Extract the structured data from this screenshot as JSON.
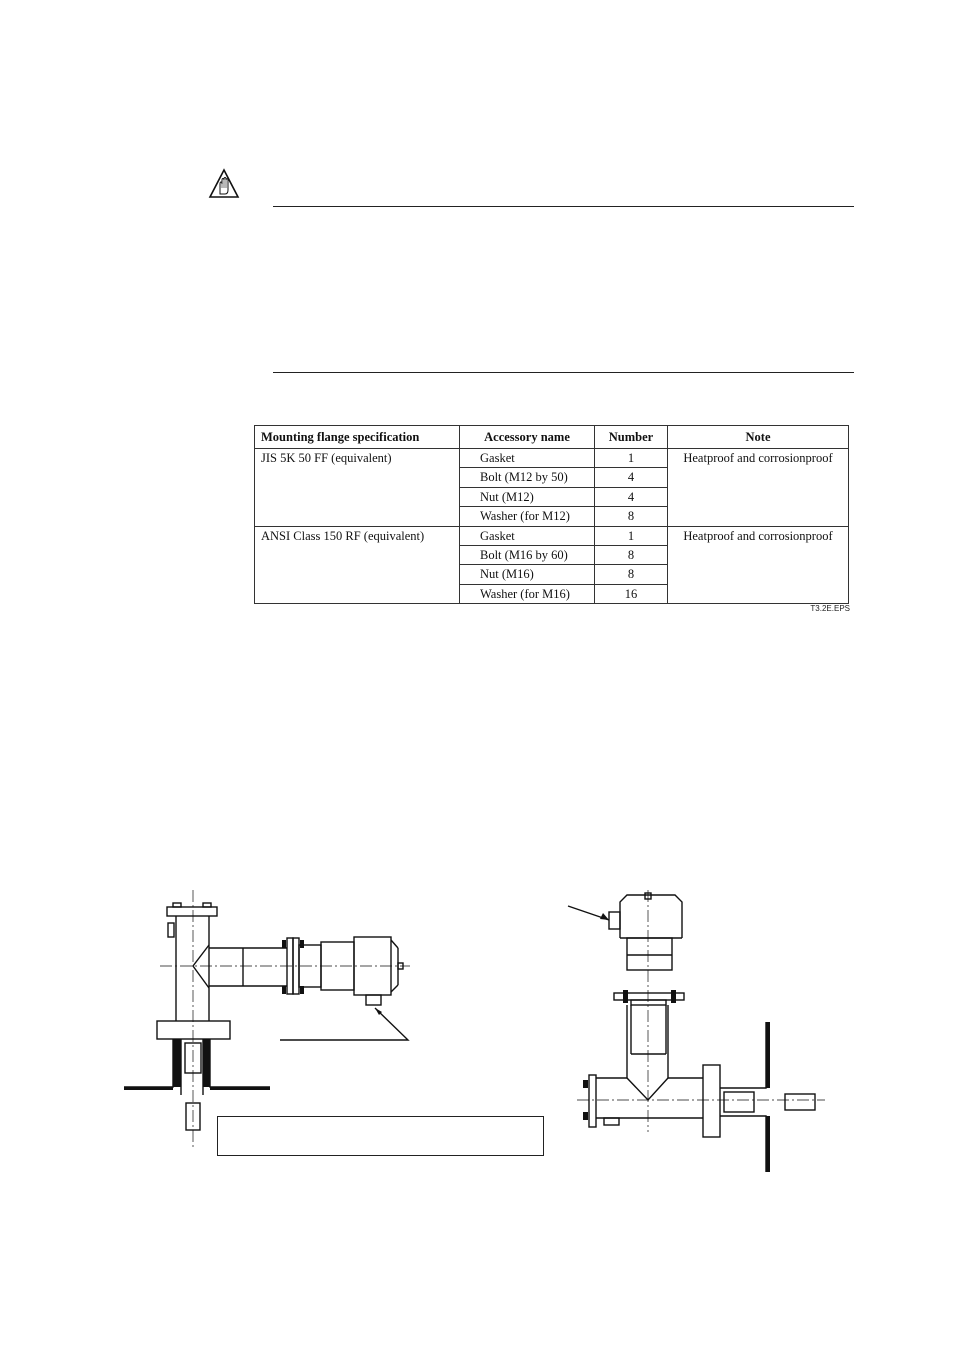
{
  "table": {
    "headers": {
      "spec": "Mounting flange specification",
      "accessory": "Accessory name",
      "number": "Number",
      "note": "Note"
    },
    "groups": [
      {
        "spec": "JIS 5K 50 FF (equivalent)",
        "note": "Heatproof and corrosionproof",
        "items": [
          {
            "name": "Gasket",
            "number": "1"
          },
          {
            "name": "Bolt (M12 by 50)",
            "number": "4"
          },
          {
            "name": "Nut (M12)",
            "number": "4"
          },
          {
            "name": "Washer (for M12)",
            "number": "8"
          }
        ]
      },
      {
        "spec": "ANSI Class 150 RF (equivalent)",
        "note": "Heatproof and corrosionproof",
        "items": [
          {
            "name": "Gasket",
            "number": "1"
          },
          {
            "name": "Bolt (M16 by 60)",
            "number": "8"
          },
          {
            "name": "Nut (M16)",
            "number": "8"
          },
          {
            "name": "Washer (for M16)",
            "number": "16"
          }
        ]
      }
    ],
    "figure_code": "T3.2E.EPS"
  },
  "icons": {
    "caution": "caution-hand-icon"
  }
}
